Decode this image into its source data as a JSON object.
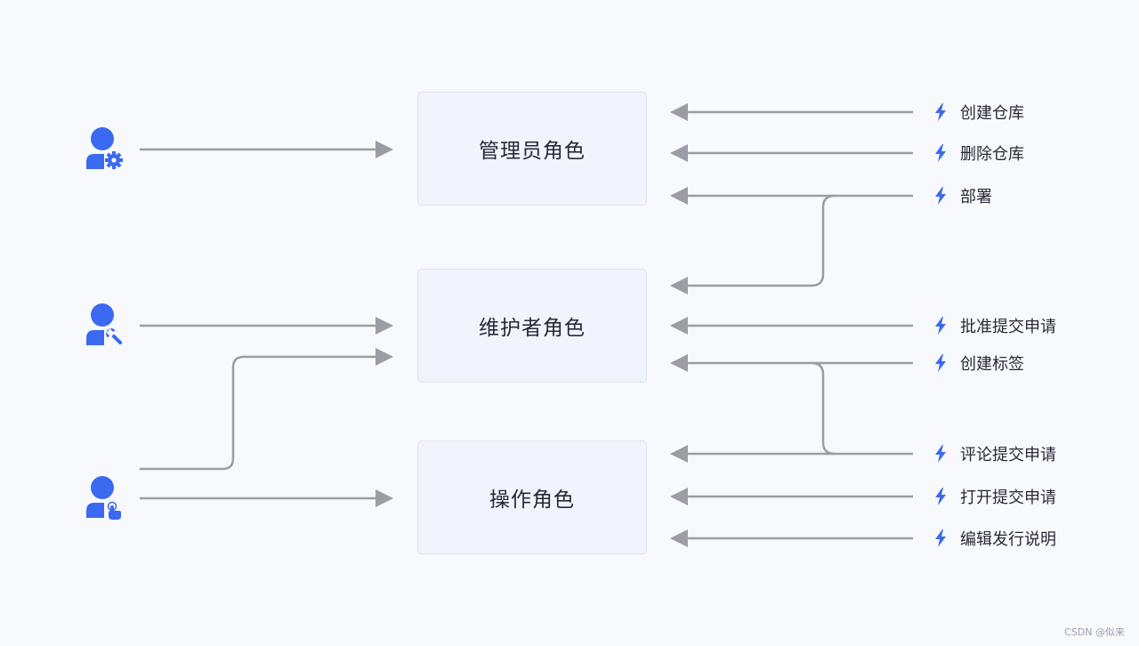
{
  "roles": {
    "admin": "管理员角色",
    "maintainer": "维护者角色",
    "operator": "操作角色"
  },
  "actions": [
    "创建仓库",
    "删除仓库",
    "部署",
    "批准提交申请",
    "创建标签",
    "评论提交申请",
    "打开提交申请",
    "编辑发行说明"
  ],
  "users": [
    {
      "icon": "user-gear-icon"
    },
    {
      "icon": "user-wrench-icon"
    },
    {
      "icon": "user-pointer-icon"
    }
  ],
  "colors": {
    "accent": "#3b6af0",
    "line": "#9a9da3",
    "box_fill": "#f1f4fc",
    "box_border": "#dde3f1",
    "background": "#f8f9fd"
  },
  "watermark": "CSDN @似来"
}
